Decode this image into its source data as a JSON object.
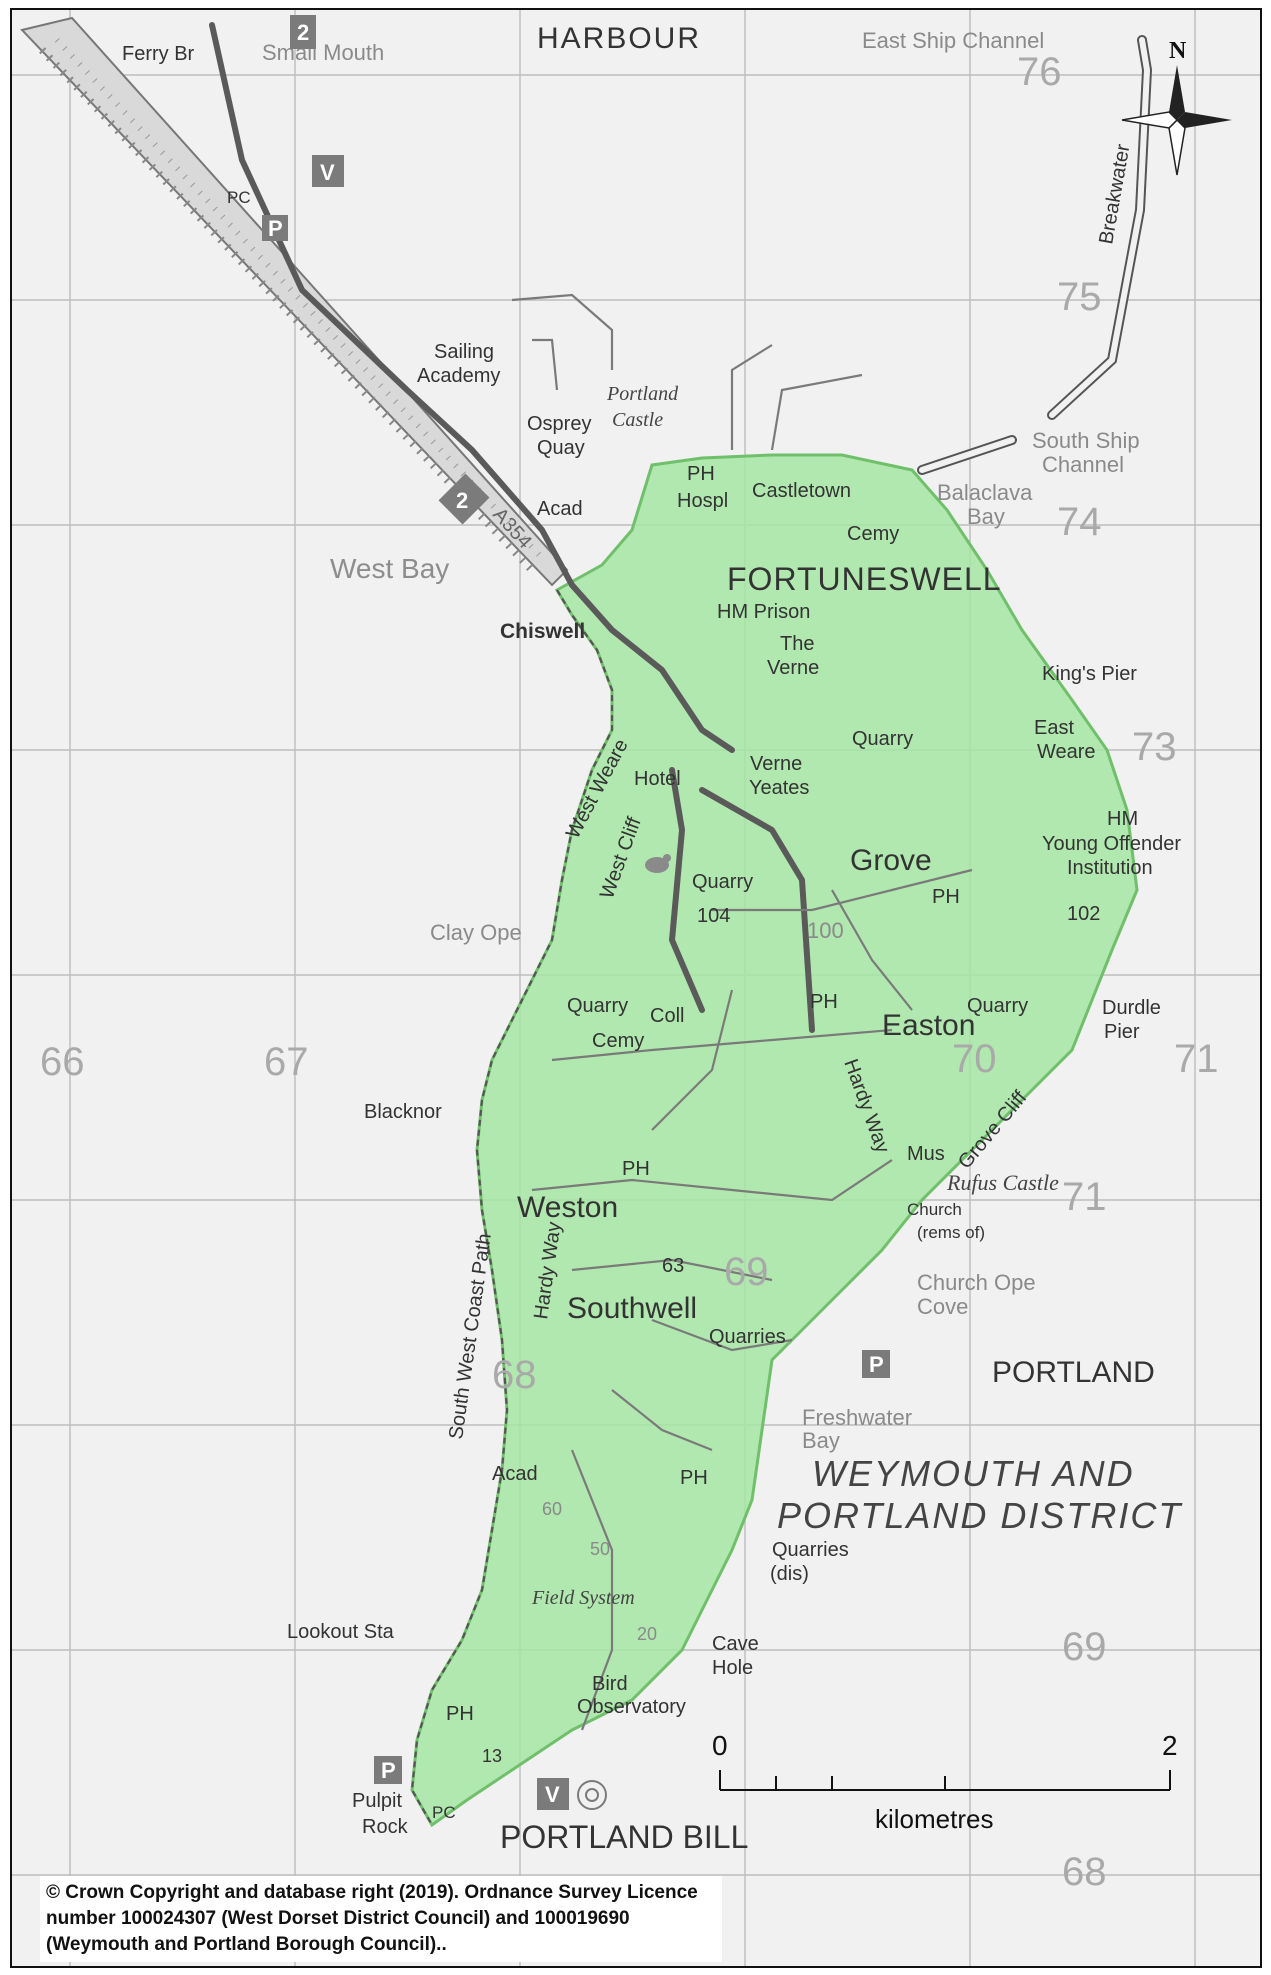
{
  "map": {
    "grid": {
      "eastings": [
        "66",
        "67",
        "68",
        "69",
        "70",
        "71"
      ],
      "northings": [
        "76",
        "75",
        "74",
        "73",
        "71",
        "69",
        "68"
      ]
    },
    "labels": {
      "harbour": "HARBOUR",
      "east_ship_channel": "East Ship Channel",
      "ferry_br": "Ferry Br",
      "small_mouth": "Small Mouth",
      "breakwater": "Breakwater",
      "sailing_academy_1": "Sailing",
      "sailing_academy_2": "Academy",
      "portland_castle_1": "Portland",
      "portland_castle_2": "Castle",
      "osprey_quay_1": "Osprey",
      "osprey_quay_2": "Quay",
      "south_ship_channel_1": "South Ship",
      "south_ship_channel_2": "Channel",
      "acad_north": "Acad",
      "balaclava_bay_1": "Balaclava",
      "balaclava_bay_2": "Bay",
      "west_bay": "West Bay",
      "fortuneswell": "FORTUNESWELL",
      "chiswell": "Chiswell",
      "castletown": "Castletown",
      "ph_castletown": "PH",
      "hospl": "Hospl",
      "cemy_north": "Cemy",
      "hm_prison": "HM Prison",
      "the_verne_1": "The",
      "the_verne_2": "Verne",
      "kings_pier": "King's Pier",
      "east_weare_1": "East",
      "east_weare_2": "Weare",
      "quarry_verne": "Quarry",
      "verne_yeates_1": "Verne",
      "verne_yeates_2": "Yeates",
      "hotel": "Hotel",
      "west_weare": "West Weare",
      "west_cliff": "West Cliff",
      "hm_yoi_1": "HM",
      "hm_yoi_2": "Young Offender",
      "hm_yoi_3": "Institution",
      "grove": "Grove",
      "ph_grove": "PH",
      "height_102": "102",
      "quarry_104": "Quarry",
      "height_104": "104",
      "clay_ope": "Clay Ope",
      "height_100": "100",
      "quarry_west": "Quarry",
      "coll": "Coll",
      "cemy_mid": "Cemy",
      "ph_easton": "PH",
      "easton": "Easton",
      "quarry_east": "Quarry",
      "durdle_pier_1": "Durdle",
      "durdle_pier_2": "Pier",
      "blacknor": "Blacknor",
      "hardy_way_east": "Hardy Way",
      "grove_cliff": "Grove Cliff",
      "mus": "Mus",
      "rufus_castle": "Rufus Castle",
      "church_rems_1": "Church",
      "church_rems_2": "(rems of)",
      "weston": "Weston",
      "ph_weston": "PH",
      "south_west_coast_path": "South West Coast Path",
      "hardy_way_west": "Hardy Way",
      "height_63": "63",
      "southwell": "Southwell",
      "quarries_mid": "Quarries",
      "church_ope_cove_1": "Church Ope",
      "church_ope_cove_2": "Cove",
      "portland": "PORTLAND",
      "freshwater_bay_1": "Freshwater",
      "freshwater_bay_2": "Bay",
      "district_1": "WEYMOUTH AND",
      "district_2": "PORTLAND DISTRICT",
      "acad_south": "Acad",
      "ph_south": "PH",
      "quarries_dis_1": "Quarries",
      "quarries_dis_2": "(dis)",
      "height_60": "60",
      "height_50": "50",
      "field_system": "Field System",
      "lookout_sta": "Lookout Sta",
      "cave_hole_1": "Cave",
      "cave_hole_2": "Hole",
      "height_20": "20",
      "bird_observatory_1": "Bird",
      "bird_observatory_2": "Observatory",
      "ph_bill": "PH",
      "height_13": "13",
      "pulpit_rock_1": "Pulpit",
      "pulpit_rock_2": "Rock",
      "pc_north": "PC",
      "pc_south": "PC",
      "portland_bill": "PORTLAND BILL",
      "road_a354": "A354",
      "road_number": "2",
      "p_badge": "P",
      "v_badge": "V",
      "north": "N"
    },
    "scale": {
      "start": "0",
      "end": "2",
      "unit": "kilometres"
    },
    "colors": {
      "highlight_fill": "#a6e6a3",
      "highlight_edge": "#6fbf6b",
      "land": "#f1f1f1",
      "grid": "#bdbdbd"
    },
    "icons": [
      "compass-rose-icon",
      "parking-icon",
      "visitor-centre-icon",
      "national-trust-icon",
      "bird-icon"
    ]
  },
  "copyright": "© Crown Copyright and database right (2019). Ordnance Survey Licence number 100024307 (West Dorset District Council) and 100019690 (Weymouth and Portland Borough Council).."
}
